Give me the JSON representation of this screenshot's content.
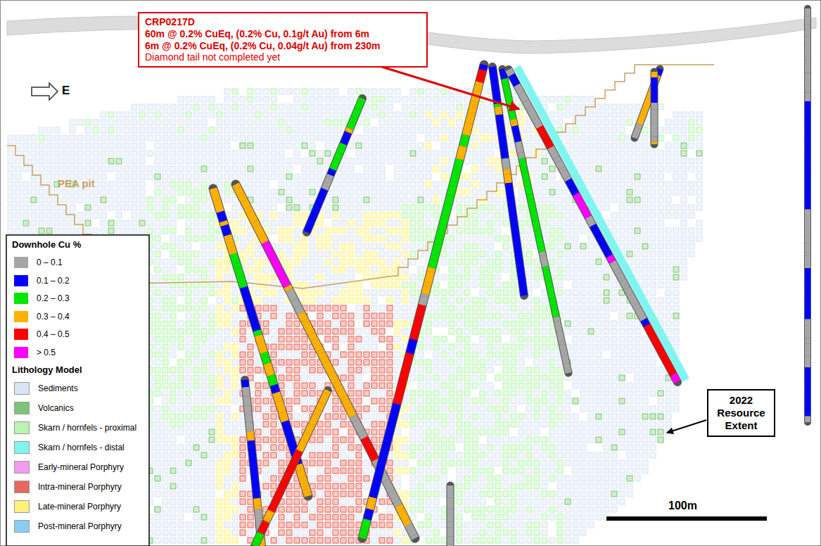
{
  "diagram": {
    "nodes": [
      {
        "text": [
          "CRP0217D",
          "60m @ 0.2% CuEq, (0.2% Cu, 0.1g/t Au) from 6m",
          "6m @ 0.2% CuEq, (0.2% Cu, 0.04g/t Au) from 230m",
          "Diamond tail not completed yet"
        ]
      },
      {
        "text": [
          "2022 Resource Extent"
        ]
      }
    ],
    "labels": [
      "E",
      "PEA pit",
      "Downhole Cu %",
      "Lithology Model",
      "100m"
    ],
    "legend": [
      {
        "text": "0 – 0.1",
        "color": "#a6a6a6"
      },
      {
        "text": "0.1 – 0.2",
        "color": "#0000ff"
      },
      {
        "text": "0.2 – 0.3",
        "color": "#00e600"
      },
      {
        "text": "0.3 – 0.4",
        "color": "#ffb000"
      },
      {
        "text": "0.4 – 0.5",
        "color": "#ff0000"
      },
      {
        "text": "> 0.5",
        "color": "#ff00ff"
      },
      {
        "text": "Sediments",
        "color": "#d9e4f5"
      },
      {
        "text": "Volcanics",
        "color": "#7cc576"
      },
      {
        "text": "Skarn / hornfels - proximal",
        "color": "#b8f5b0"
      },
      {
        "text": "Skarn / hornfels - distal",
        "color": "#80f5f0"
      },
      {
        "text": "Early-mineral Porphyry",
        "color": "#f29cf0"
      },
      {
        "text": "Intra-mineral Porphyry",
        "color": "#e8685c"
      },
      {
        "text": "Late-mineral Porphyry",
        "color": "#fff27a"
      },
      {
        "text": "Post-mineral Porphyry",
        "color": "#8ccdf5"
      }
    ]
  }
}
